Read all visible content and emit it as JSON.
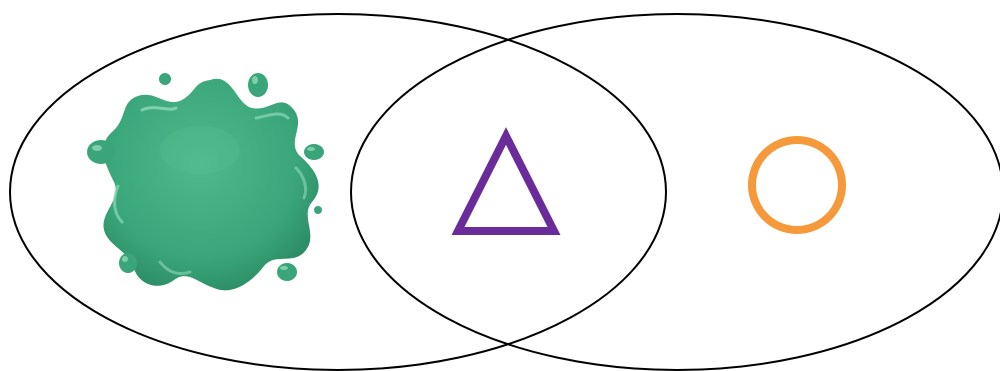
{
  "diagram": {
    "type": "venn-2",
    "sets": [
      {
        "id": "left",
        "label": "",
        "stroke": "#000000"
      },
      {
        "id": "right",
        "label": "",
        "stroke": "#000000"
      }
    ],
    "items": [
      {
        "id": "green-splat",
        "shape": "splat",
        "region": "left-only",
        "color": "#3aa57a"
      },
      {
        "id": "purple-triangle",
        "shape": "triangle-outline",
        "region": "intersection",
        "color": "#6a2c9b"
      },
      {
        "id": "orange-circle",
        "shape": "circle-outline",
        "region": "right-only",
        "color": "#f5993a"
      }
    ]
  },
  "colors": {
    "background": "#ffffff",
    "outline": "#000000",
    "splat_fill": "#3aa57a",
    "splat_highlight": "#6ccaa0",
    "splat_shadow": "#2b8a63",
    "triangle": "#6a2c9b",
    "circle": "#f5993a"
  }
}
